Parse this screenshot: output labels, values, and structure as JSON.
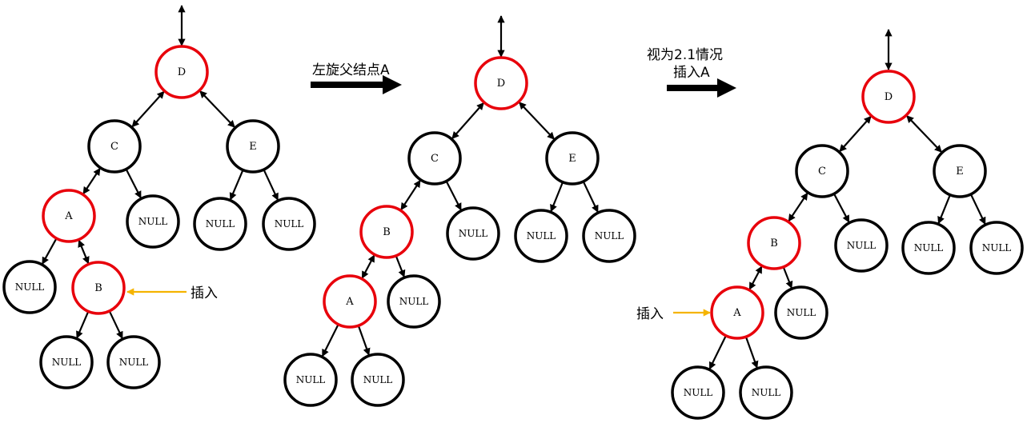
{
  "colors": {
    "red": "#e8000b",
    "black": "#000000",
    "pointer": "#f5b400"
  },
  "steps": [
    {
      "caption": "左旋父结点A"
    },
    {
      "caption_line1": "视为2.1情况",
      "caption_line2": "插入A"
    }
  ],
  "trees": [
    {
      "nodes": [
        {
          "label": "D",
          "color": "red"
        },
        {
          "label": "C",
          "color": "black"
        },
        {
          "label": "E",
          "color": "black"
        },
        {
          "label": "A",
          "color": "red"
        },
        {
          "label": "NULL",
          "color": "black"
        },
        {
          "label": "NULL",
          "color": "black"
        },
        {
          "label": "NULL",
          "color": "black"
        },
        {
          "label": "NULL",
          "color": "black"
        },
        {
          "label": "B",
          "color": "red"
        },
        {
          "label": "NULL",
          "color": "black"
        },
        {
          "label": "NULL",
          "color": "black"
        }
      ],
      "insert_label": "插入"
    },
    {
      "nodes": [
        {
          "label": "D",
          "color": "red"
        },
        {
          "label": "C",
          "color": "black"
        },
        {
          "label": "E",
          "color": "black"
        },
        {
          "label": "B",
          "color": "red"
        },
        {
          "label": "NULL",
          "color": "black"
        },
        {
          "label": "NULL",
          "color": "black"
        },
        {
          "label": "NULL",
          "color": "black"
        },
        {
          "label": "A",
          "color": "red"
        },
        {
          "label": "NULL",
          "color": "black"
        },
        {
          "label": "NULL",
          "color": "black"
        },
        {
          "label": "NULL",
          "color": "black"
        }
      ]
    },
    {
      "nodes": [
        {
          "label": "D",
          "color": "red"
        },
        {
          "label": "C",
          "color": "black"
        },
        {
          "label": "E",
          "color": "black"
        },
        {
          "label": "B",
          "color": "red"
        },
        {
          "label": "NULL",
          "color": "black"
        },
        {
          "label": "NULL",
          "color": "black"
        },
        {
          "label": "NULL",
          "color": "black"
        },
        {
          "label": "A",
          "color": "red"
        },
        {
          "label": "NULL",
          "color": "black"
        },
        {
          "label": "NULL",
          "color": "black"
        },
        {
          "label": "NULL",
          "color": "black"
        }
      ],
      "insert_label": "插入"
    }
  ]
}
